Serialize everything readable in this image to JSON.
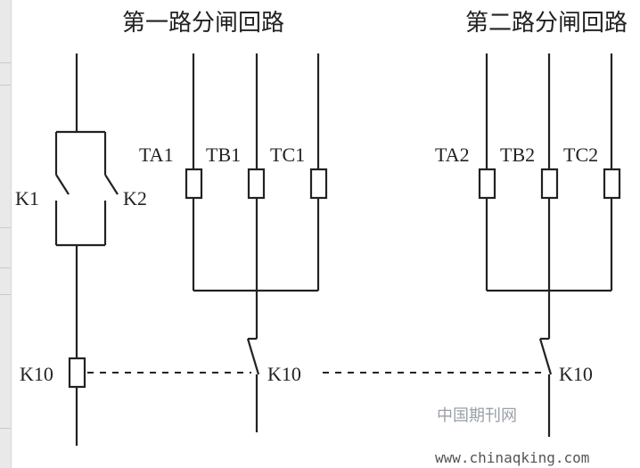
{
  "titles": {
    "circuit1": "第一路分闸回路",
    "circuit2": "第二路分闸回路"
  },
  "labels": {
    "k1": "K1",
    "k2": "K2",
    "ta1": "TA1",
    "tb1": "TB1",
    "tc1": "TC1",
    "ta2": "TA2",
    "tb2": "TB2",
    "tc2": "TC2",
    "k10_coil": "K10",
    "k10_contact1": "K10",
    "k10_contact2": "K10"
  },
  "watermark": {
    "site_name": "中国期刊网",
    "url": "www.chinaqking.com"
  }
}
